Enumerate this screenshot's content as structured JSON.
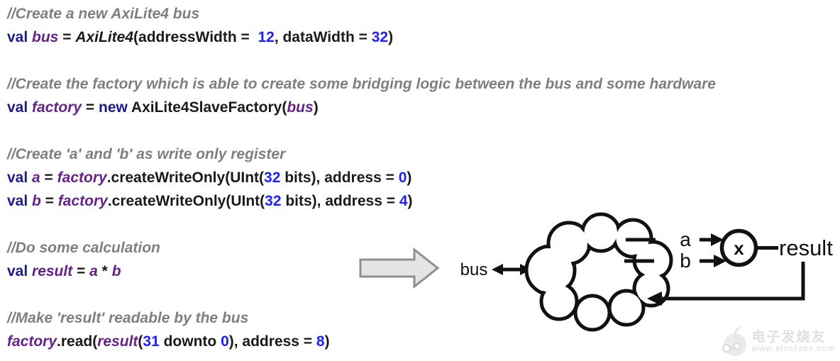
{
  "code": {
    "lines": [
      {
        "spans": [
          {
            "t": "//Create a new AxiLite4 bus",
            "s": "c"
          }
        ]
      },
      {
        "spans": [
          {
            "t": "val ",
            "s": "k"
          },
          {
            "t": "bus",
            "s": "v"
          },
          {
            "t": " = ",
            "s": "p"
          },
          {
            "t": "AxiLite4",
            "s": "t"
          },
          {
            "t": "(addressWidth =  ",
            "s": "p"
          },
          {
            "t": "12",
            "s": "n"
          },
          {
            "t": ", dataWidth = ",
            "s": "p"
          },
          {
            "t": "32",
            "s": "n"
          },
          {
            "t": ")",
            "s": "p"
          }
        ]
      },
      {
        "spans": []
      },
      {
        "spans": [
          {
            "t": "//Create the factory which is able to create some bridging logic between the bus and some hardware",
            "s": "c"
          }
        ]
      },
      {
        "spans": [
          {
            "t": "val ",
            "s": "k"
          },
          {
            "t": "factory",
            "s": "v"
          },
          {
            "t": " = ",
            "s": "p"
          },
          {
            "t": "new ",
            "s": "k"
          },
          {
            "t": "AxiLite4SlaveFactory(",
            "s": "p"
          },
          {
            "t": "bus",
            "s": "v"
          },
          {
            "t": ")",
            "s": "p"
          }
        ]
      },
      {
        "spans": []
      },
      {
        "spans": [
          {
            "t": "//Create 'a' and 'b' as write only register",
            "s": "c"
          }
        ]
      },
      {
        "spans": [
          {
            "t": "val ",
            "s": "k"
          },
          {
            "t": "a",
            "s": "v"
          },
          {
            "t": " = ",
            "s": "p"
          },
          {
            "t": "factory",
            "s": "v"
          },
          {
            "t": ".createWriteOnly(UInt(",
            "s": "p"
          },
          {
            "t": "32",
            "s": "n"
          },
          {
            "t": " bits), address = ",
            "s": "p"
          },
          {
            "t": "0",
            "s": "n"
          },
          {
            "t": ")",
            "s": "p"
          }
        ]
      },
      {
        "spans": [
          {
            "t": "val ",
            "s": "k"
          },
          {
            "t": "b",
            "s": "v"
          },
          {
            "t": " = ",
            "s": "p"
          },
          {
            "t": "factory",
            "s": "v"
          },
          {
            "t": ".createWriteOnly(UInt(",
            "s": "p"
          },
          {
            "t": "32",
            "s": "n"
          },
          {
            "t": " bits), address = ",
            "s": "p"
          },
          {
            "t": "4",
            "s": "n"
          },
          {
            "t": ")",
            "s": "p"
          }
        ]
      },
      {
        "spans": []
      },
      {
        "spans": [
          {
            "t": "//Do some calculation",
            "s": "c"
          }
        ]
      },
      {
        "spans": [
          {
            "t": "val ",
            "s": "k"
          },
          {
            "t": "result",
            "s": "v"
          },
          {
            "t": " = ",
            "s": "p"
          },
          {
            "t": "a",
            "s": "v"
          },
          {
            "t": " * ",
            "s": "p"
          },
          {
            "t": "b",
            "s": "v"
          }
        ]
      },
      {
        "spans": []
      },
      {
        "spans": [
          {
            "t": "//Make 'result' readable by the bus",
            "s": "c"
          }
        ]
      },
      {
        "spans": [
          {
            "t": "factory",
            "s": "v"
          },
          {
            "t": ".read(",
            "s": "p"
          },
          {
            "t": "result",
            "s": "v"
          },
          {
            "t": "(",
            "s": "p"
          },
          {
            "t": "31",
            "s": "n"
          },
          {
            "t": " downto ",
            "s": "p"
          },
          {
            "t": "0",
            "s": "n"
          },
          {
            "t": "), address = ",
            "s": "p"
          },
          {
            "t": "8",
            "s": "n"
          },
          {
            "t": ")",
            "s": "p"
          }
        ]
      }
    ]
  },
  "diagram": {
    "bus_label": "bus",
    "input_a_label": "a",
    "input_b_label": "b",
    "multiplier_label": "x",
    "result_label": "result"
  },
  "watermark": {
    "title": "电子发烧友",
    "url": "www.elecfans.com"
  },
  "colors": {
    "comment_gray": "#7f7f7f",
    "keyword_navy": "#1c1c8a",
    "variable_purple": "#662288",
    "number_blue": "#1f1fff",
    "plain_black": "#1a1a1a",
    "block_arrow_fill": "#e4e4e4",
    "block_arrow_stroke": "#8f8f8f",
    "diagram_stroke": "#111111",
    "watermark_gray": "#e2e2e0"
  }
}
